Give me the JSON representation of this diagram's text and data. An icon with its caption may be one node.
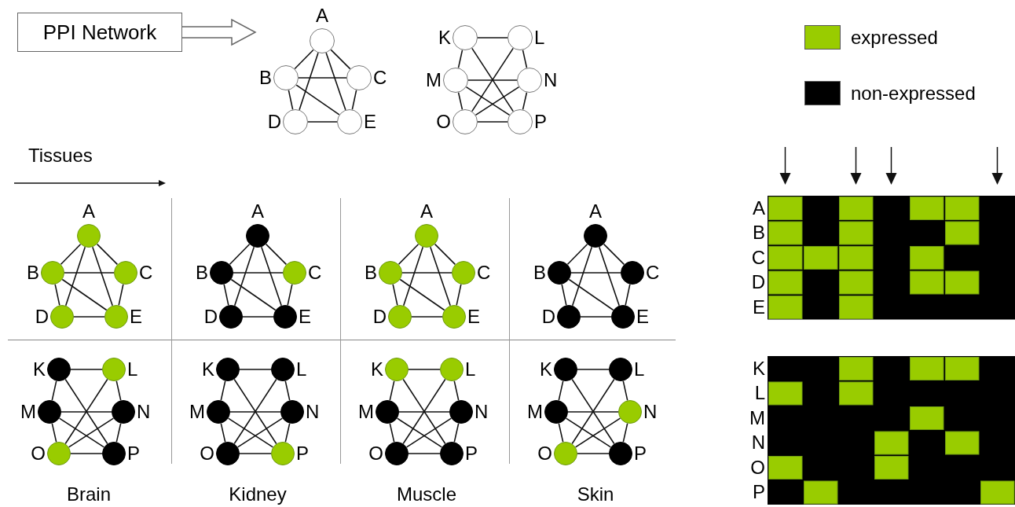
{
  "diagram": {
    "nodes": [
      {
        "text": [
          "PPI Network"
        ]
      },
      {
        "text": [
          "A"
        ]
      },
      {
        "text": [
          "B"
        ]
      },
      {
        "text": [
          "C"
        ]
      },
      {
        "text": [
          "D"
        ]
      },
      {
        "text": [
          "E"
        ]
      },
      {
        "text": [
          "K"
        ]
      },
      {
        "text": [
          "L"
        ]
      },
      {
        "text": [
          "M"
        ]
      },
      {
        "text": [
          "N"
        ]
      },
      {
        "text": [
          "O"
        ]
      },
      {
        "text": [
          "P"
        ]
      },
      {
        "text": [
          "A"
        ]
      },
      {
        "text": [
          "B"
        ]
      },
      {
        "text": [
          "C"
        ]
      },
      {
        "text": [
          "D"
        ]
      },
      {
        "text": [
          "E"
        ]
      },
      {
        "text": [
          "A"
        ]
      },
      {
        "text": [
          "B"
        ]
      },
      {
        "text": [
          "C"
        ]
      },
      {
        "text": [
          "D"
        ]
      },
      {
        "text": [
          "E"
        ]
      },
      {
        "text": [
          "A"
        ]
      },
      {
        "text": [
          "B"
        ]
      },
      {
        "text": [
          "C"
        ]
      },
      {
        "text": [
          "D"
        ]
      },
      {
        "text": [
          "E"
        ]
      },
      {
        "text": [
          "A"
        ]
      },
      {
        "text": [
          "B"
        ]
      },
      {
        "text": [
          "C"
        ]
      },
      {
        "text": [
          "D"
        ]
      },
      {
        "text": [
          "E"
        ]
      },
      {
        "text": [
          "K"
        ]
      },
      {
        "text": [
          "L"
        ]
      },
      {
        "text": [
          "M"
        ]
      },
      {
        "text": [
          "N"
        ]
      },
      {
        "text": [
          "O"
        ]
      },
      {
        "text": [
          "P"
        ]
      },
      {
        "text": [
          "K"
        ]
      },
      {
        "text": [
          "L"
        ]
      },
      {
        "text": [
          "M"
        ]
      },
      {
        "text": [
          "N"
        ]
      },
      {
        "text": [
          "O"
        ]
      },
      {
        "text": [
          "P"
        ]
      },
      {
        "text": [
          "K"
        ]
      },
      {
        "text": [
          "L"
        ]
      },
      {
        "text": [
          "M"
        ]
      },
      {
        "text": [
          "N"
        ]
      },
      {
        "text": [
          "O"
        ]
      },
      {
        "text": [
          "P"
        ]
      },
      {
        "text": [
          "K"
        ]
      },
      {
        "text": [
          "L"
        ]
      },
      {
        "text": [
          "M"
        ]
      },
      {
        "text": [
          "N"
        ]
      },
      {
        "text": [
          "O"
        ]
      },
      {
        "text": [
          "P"
        ]
      }
    ],
    "edges": [
      {
        "from": 0,
        "to": null,
        "arrow": "to"
      },
      {
        "from": 1,
        "to": 2,
        "arrow": "none"
      },
      {
        "from": 1,
        "to": 3,
        "arrow": "none"
      },
      {
        "from": 1,
        "to": 4,
        "arrow": "none"
      },
      {
        "from": 1,
        "to": 5,
        "arrow": "none"
      },
      {
        "from": 2,
        "to": 3,
        "arrow": "none"
      },
      {
        "from": 2,
        "to": 4,
        "arrow": "none"
      },
      {
        "from": 2,
        "to": 5,
        "arrow": "none"
      },
      {
        "from": 3,
        "to": 5,
        "arrow": "none"
      },
      {
        "from": 4,
        "to": 5,
        "arrow": "none"
      },
      {
        "from": 6,
        "to": 7,
        "arrow": "none"
      },
      {
        "from": 6,
        "to": 8,
        "arrow": "none"
      },
      {
        "from": 6,
        "to": 11,
        "arrow": "none"
      },
      {
        "from": 7,
        "to": 9,
        "arrow": "none"
      },
      {
        "from": 7,
        "to": 10,
        "arrow": "none"
      },
      {
        "from": 8,
        "to": 9,
        "arrow": "none"
      },
      {
        "from": 8,
        "to": 10,
        "arrow": "none"
      },
      {
        "from": 8,
        "to": 11,
        "arrow": "none"
      },
      {
        "from": 9,
        "to": 10,
        "arrow": "none"
      },
      {
        "from": 9,
        "to": 11,
        "arrow": "none"
      },
      {
        "from": 10,
        "to": 11,
        "arrow": "none"
      },
      {
        "from": 12,
        "to": 13,
        "arrow": "none"
      },
      {
        "from": 12,
        "to": 14,
        "arrow": "none"
      },
      {
        "from": 12,
        "to": 15,
        "arrow": "none"
      },
      {
        "from": 12,
        "to": 16,
        "arrow": "none"
      },
      {
        "from": 13,
        "to": 14,
        "arrow": "none"
      },
      {
        "from": 13,
        "to": 15,
        "arrow": "none"
      },
      {
        "from": 13,
        "to": 16,
        "arrow": "none"
      },
      {
        "from": 14,
        "to": 16,
        "arrow": "none"
      },
      {
        "from": 15,
        "to": 16,
        "arrow": "none"
      },
      {
        "from": 17,
        "to": 18,
        "arrow": "none"
      },
      {
        "from": 17,
        "to": 19,
        "arrow": "none"
      },
      {
        "from": 17,
        "to": 20,
        "arrow": "none"
      },
      {
        "from": 17,
        "to": 21,
        "arrow": "none"
      },
      {
        "from": 18,
        "to": 19,
        "arrow": "none"
      },
      {
        "from": 18,
        "to": 20,
        "arrow": "none"
      },
      {
        "from": 18,
        "to": 21,
        "arrow": "none"
      },
      {
        "from": 19,
        "to": 21,
        "arrow": "none"
      },
      {
        "from": 20,
        "to": 21,
        "arrow": "none"
      },
      {
        "from": 22,
        "to": 23,
        "arrow": "none"
      },
      {
        "from": 22,
        "to": 24,
        "arrow": "none"
      },
      {
        "from": 22,
        "to": 25,
        "arrow": "none"
      },
      {
        "from": 22,
        "to": 26,
        "arrow": "none"
      },
      {
        "from": 23,
        "to": 24,
        "arrow": "none"
      },
      {
        "from": 23,
        "to": 25,
        "arrow": "none"
      },
      {
        "from": 23,
        "to": 26,
        "arrow": "none"
      },
      {
        "from": 24,
        "to": 26,
        "arrow": "none"
      },
      {
        "from": 25,
        "to": 26,
        "arrow": "none"
      },
      {
        "from": 27,
        "to": 28,
        "arrow": "none"
      },
      {
        "from": 27,
        "to": 29,
        "arrow": "none"
      },
      {
        "from": 27,
        "to": 30,
        "arrow": "none"
      },
      {
        "from": 27,
        "to": 31,
        "arrow": "none"
      },
      {
        "from": 28,
        "to": 29,
        "arrow": "none"
      },
      {
        "from": 28,
        "to": 30,
        "arrow": "none"
      },
      {
        "from": 28,
        "to": 31,
        "arrow": "none"
      },
      {
        "from": 29,
        "to": 31,
        "arrow": "none"
      },
      {
        "from": 30,
        "to": 31,
        "arrow": "none"
      },
      {
        "from": 32,
        "to": 33,
        "arrow": "none"
      },
      {
        "from": 32,
        "to": 34,
        "arrow": "none"
      },
      {
        "from": 32,
        "to": 37,
        "arrow": "none"
      },
      {
        "from": 33,
        "to": 35,
        "arrow": "none"
      },
      {
        "from": 33,
        "to": 36,
        "arrow": "none"
      },
      {
        "from": 34,
        "to": 35,
        "arrow": "none"
      },
      {
        "from": 34,
        "to": 36,
        "arrow": "none"
      },
      {
        "from": 34,
        "to": 37,
        "arrow": "none"
      },
      {
        "from": 35,
        "to": 36,
        "arrow": "none"
      },
      {
        "from": 35,
        "to": 37,
        "arrow": "none"
      },
      {
        "from": 36,
        "to": 37,
        "arrow": "none"
      },
      {
        "from": 38,
        "to": 39,
        "arrow": "none"
      },
      {
        "from": 38,
        "to": 40,
        "arrow": "none"
      },
      {
        "from": 38,
        "to": 43,
        "arrow": "none"
      },
      {
        "from": 39,
        "to": 41,
        "arrow": "none"
      },
      {
        "from": 39,
        "to": 42,
        "arrow": "none"
      },
      {
        "from": 40,
        "to": 41,
        "arrow": "none"
      },
      {
        "from": 40,
        "to": 42,
        "arrow": "none"
      },
      {
        "from": 40,
        "to": 43,
        "arrow": "none"
      },
      {
        "from": 41,
        "to": 42,
        "arrow": "none"
      },
      {
        "from": 41,
        "to": 43,
        "arrow": "none"
      },
      {
        "from": 42,
        "to": 43,
        "arrow": "none"
      },
      {
        "from": 44,
        "to": 45,
        "arrow": "none"
      },
      {
        "from": 44,
        "to": 46,
        "arrow": "none"
      },
      {
        "from": 44,
        "to": 49,
        "arrow": "none"
      },
      {
        "from": 45,
        "to": 47,
        "arrow": "none"
      },
      {
        "from": 45,
        "to": 48,
        "arrow": "none"
      },
      {
        "from": 46,
        "to": 47,
        "arrow": "none"
      },
      {
        "from": 46,
        "to": 48,
        "arrow": "none"
      },
      {
        "from": 46,
        "to": 49,
        "arrow": "none"
      },
      {
        "from": 47,
        "to": 48,
        "arrow": "none"
      },
      {
        "from": 47,
        "to": 49,
        "arrow": "none"
      },
      {
        "from": 48,
        "to": 49,
        "arrow": "none"
      },
      {
        "from": 50,
        "to": 51,
        "arrow": "none"
      },
      {
        "from": 50,
        "to": 52,
        "arrow": "none"
      },
      {
        "from": 50,
        "to": 55,
        "arrow": "none"
      },
      {
        "from": 51,
        "to": 53,
        "arrow": "none"
      },
      {
        "from": 51,
        "to": 54,
        "arrow": "none"
      },
      {
        "from": 52,
        "to": 53,
        "arrow": "none"
      },
      {
        "from": 52,
        "to": 54,
        "arrow": "none"
      },
      {
        "from": 52,
        "to": 55,
        "arrow": "none"
      },
      {
        "from": 53,
        "to": 54,
        "arrow": "none"
      },
      {
        "from": 53,
        "to": 55,
        "arrow": "none"
      },
      {
        "from": 54,
        "to": 55,
        "arrow": "none"
      }
    ],
    "labels": [
      "Tissues",
      "A",
      "B",
      "C",
      "D",
      "E",
      "K",
      "L",
      "M",
      "N",
      "O",
      "Brain",
      "Kidney",
      "Muscle",
      "Skin",
      "P"
    ],
    "legend": [
      {
        "text": "expressed",
        "color": "#99cc00"
      },
      {
        "text": "non-expressed",
        "color": "#000000"
      }
    ]
  }
}
